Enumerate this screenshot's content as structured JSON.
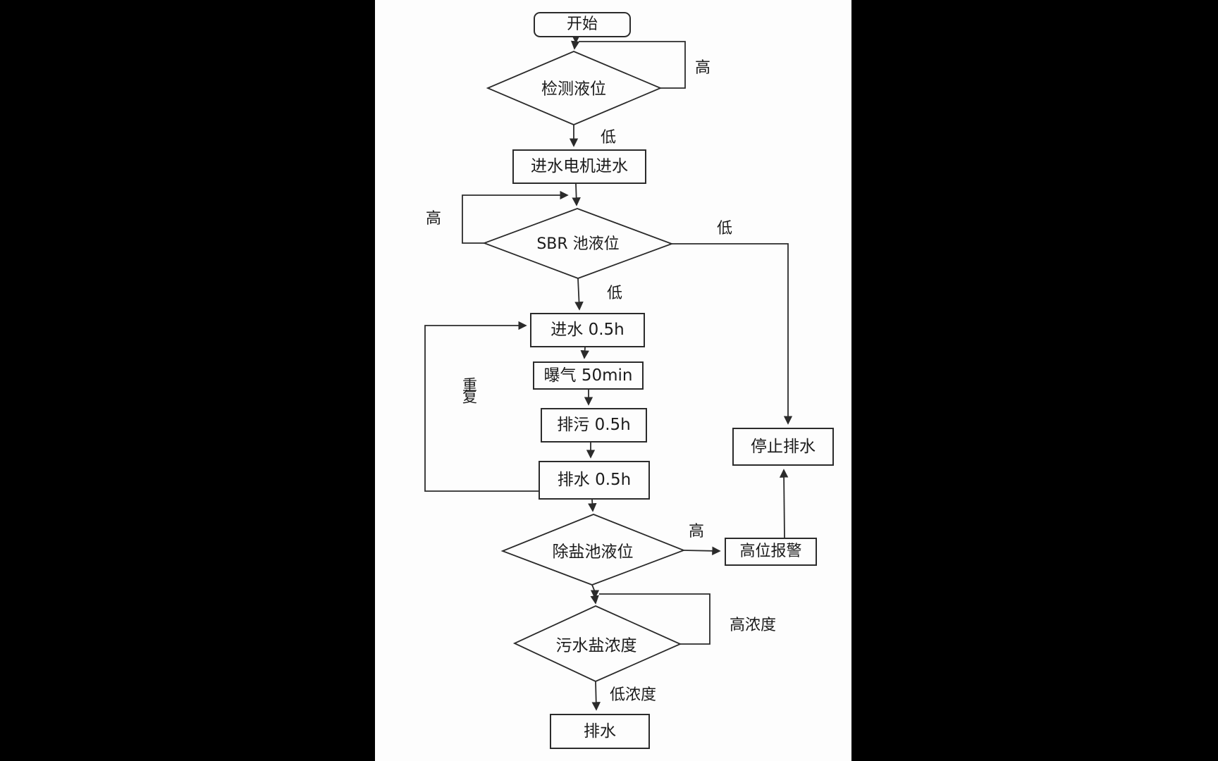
{
  "colors": {
    "background": "#000000",
    "paper": "#fdfdfd",
    "line": "#2b2b2b",
    "text": "#1b1b1b"
  },
  "flowchart": {
    "nodes": {
      "start": {
        "label": "开始",
        "type": "terminator"
      },
      "check_level": {
        "label": "检测液位",
        "type": "decision"
      },
      "inlet_motor": {
        "label": "进水电机进水",
        "type": "process"
      },
      "sbr_level": {
        "label": "SBR 池液位",
        "type": "decision"
      },
      "inlet_05h": {
        "label": "进水 0.5h",
        "type": "process"
      },
      "aeration_50min": {
        "label": "曝气 50min",
        "type": "process"
      },
      "blowdown_05h": {
        "label": "排污 0.5h",
        "type": "process"
      },
      "drain_05h": {
        "label": "排水 0.5h",
        "type": "process"
      },
      "desalt_level": {
        "label": "除盐池液位",
        "type": "decision"
      },
      "high_alarm": {
        "label": "高位报警",
        "type": "process"
      },
      "stop_drain": {
        "label": "停止排水",
        "type": "process"
      },
      "salt_conc": {
        "label": "污水盐浓度",
        "type": "decision"
      },
      "drain_final": {
        "label": "排水",
        "type": "process"
      }
    },
    "edge_labels": {
      "high1": "高",
      "low1": "低",
      "high2": "高",
      "low2": "低",
      "low3": "低",
      "repeat": "重复",
      "high3": "高",
      "high_conc": "高浓度",
      "low_conc": "低浓度"
    }
  }
}
